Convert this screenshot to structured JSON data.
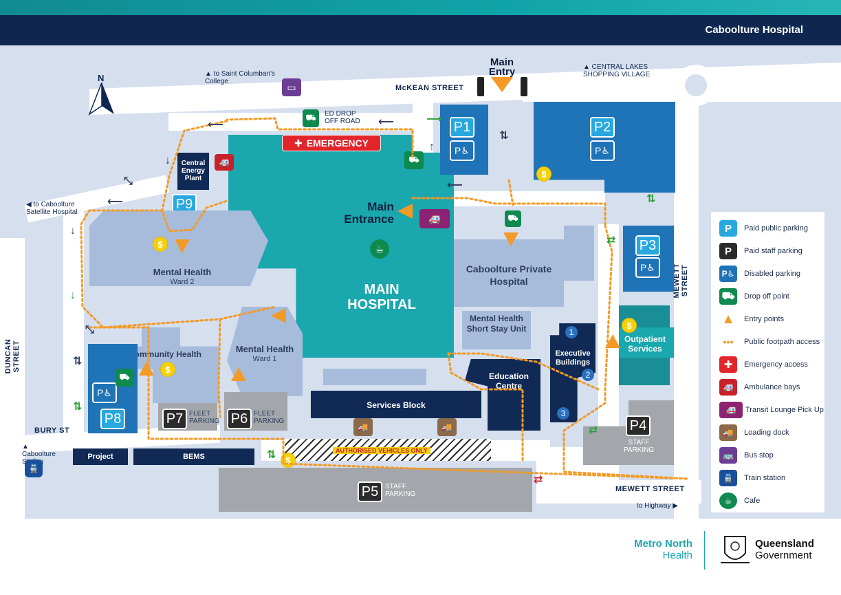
{
  "header": {
    "title": "Caboolture Hospital"
  },
  "streets": {
    "mckean": "McKEAN STREET",
    "mewett_v": "MEWETT STREET",
    "mewett_h": "MEWETT STREET",
    "duncan": "DUNCAN STREET",
    "bury": "BURY ST"
  },
  "directions": {
    "st_columbans": "▲ to Saint Columban's College",
    "central_lakes": "▲ CENTRAL LAKES SHOPPING VILLAGE",
    "satellite": "◀ to Caboolture Satellite Hospital",
    "station": "▲ Caboolture Station",
    "highway": "to Highway ▶"
  },
  "compass": "N",
  "main_entry": "Main Entry",
  "ed_dropoff": "ED DROP OFF ROAD",
  "emergency": "EMERGENCY",
  "main_entrance": "Main Entrance",
  "buildings": {
    "main_hospital": "MAIN HOSPITAL",
    "private": "Caboolture Private Hospital",
    "mh_ward2": "Mental Health",
    "ward2": "Ward 2",
    "mh_ward1": "Mental Health",
    "ward1": "Ward 1",
    "community": "Community Health",
    "short_stay": "Mental Health Short Stay Unit",
    "services": "Services Block",
    "education": "Education Centre",
    "executive": "Executive Buildings",
    "outpatient": "Outpatient Services",
    "energy": "Central Energy Plant",
    "project": "Project",
    "bems": "BEMS",
    "authorised": "AUTHORISED VEHICLES ONLY"
  },
  "parking": {
    "p1": "P1",
    "p2": "P2",
    "p3": "P3",
    "p4": "P4",
    "p5": "P5",
    "p6": "P6",
    "p7": "P7",
    "p8": "P8",
    "p9": "P9",
    "fleet": "FLEET PARKING",
    "staff": "STAFF PARKING",
    "disabled_symbol": "P♿"
  },
  "exec_numbers": [
    "1",
    "2",
    "3"
  ],
  "legend": [
    {
      "label": "Paid public parking",
      "symbol": "P",
      "color": "#29a8e0"
    },
    {
      "label": "Paid staff parking",
      "symbol": "P",
      "color": "#2b2b2b"
    },
    {
      "label": "Disabled parking",
      "symbol": "P♿",
      "color": "#1f73b7"
    },
    {
      "label": "Drop off point",
      "symbol": "⛟",
      "color": "#0f8a4e"
    },
    {
      "label": "Entry points",
      "symbol": "▲",
      "color": "#f39a26"
    },
    {
      "label": "Public footpath access",
      "symbol": "•••",
      "color": "#f39a26"
    },
    {
      "label": "Emergency access",
      "symbol": "✚",
      "color": "#e2242b"
    },
    {
      "label": "Ambulance bays",
      "symbol": "🚑",
      "color": "#c8212a"
    },
    {
      "label": "Transit Lounge Pick Up",
      "symbol": "🚑",
      "color": "#8b2372"
    },
    {
      "label": "Loading dock",
      "symbol": "🚚",
      "color": "#8a6a4b"
    },
    {
      "label": "Bus stop",
      "symbol": "🚌",
      "color": "#6c3d94"
    },
    {
      "label": "Train station",
      "symbol": "🚆",
      "color": "#1a4f9c"
    },
    {
      "label": "Cafe",
      "symbol": "☕",
      "color": "#0f8a4e"
    }
  ],
  "footer": {
    "metro1": "Metro North",
    "metro2": "Health",
    "qld1": "Queensland",
    "qld2": "Government"
  }
}
